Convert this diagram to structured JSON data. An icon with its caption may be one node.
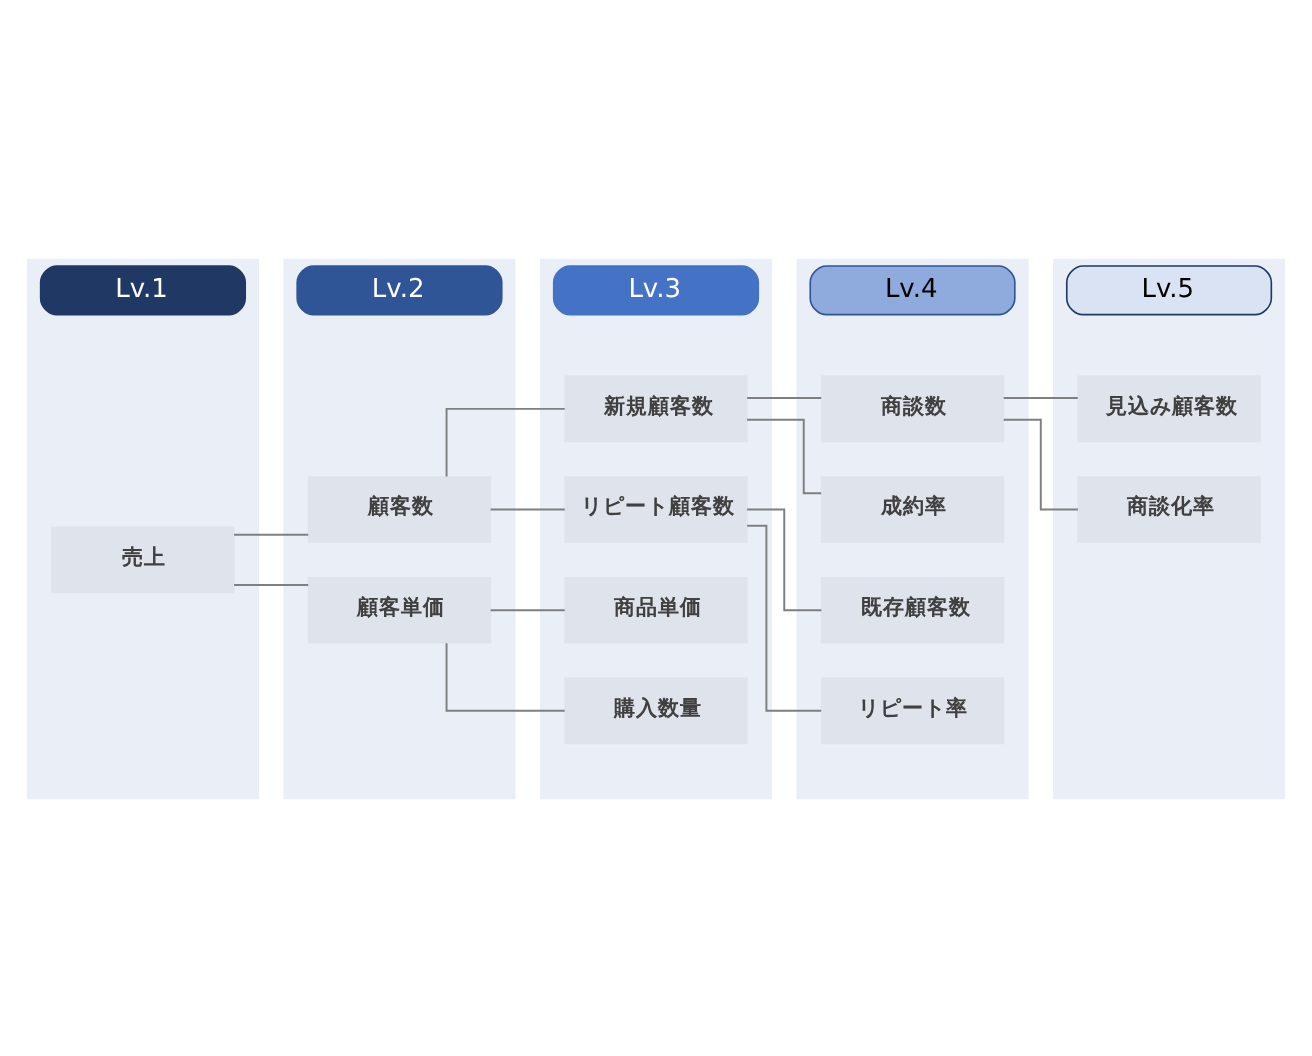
{
  "diagram": {
    "nodes": [
      {
        "text": [
          "Lv.1"
        ]
      },
      {
        "text": [
          "売上"
        ],
        "in": 0
      },
      {
        "text": [
          "Lv.2"
        ]
      },
      {
        "text": [
          "顧客数"
        ],
        "in": 2
      },
      {
        "text": [
          "顧客単価"
        ],
        "in": 2
      },
      {
        "text": [
          "Lv.3"
        ]
      },
      {
        "text": [
          "新規顧客数"
        ],
        "in": 5
      },
      {
        "text": [
          "リピート顧客数"
        ],
        "in": 5
      },
      {
        "text": [
          "商品単価"
        ],
        "in": 5
      },
      {
        "text": [
          "購入数量"
        ],
        "in": 5
      },
      {
        "text": [
          "Lv.4"
        ]
      },
      {
        "text": [
          "商談数"
        ],
        "in": 10
      },
      {
        "text": [
          "成約率"
        ],
        "in": 10
      },
      {
        "text": [
          "既存顧客数"
        ],
        "in": 10
      },
      {
        "text": [
          "リピート率"
        ],
        "in": 10
      },
      {
        "text": [
          "Lv.5"
        ]
      },
      {
        "text": [
          "見込み顧客数"
        ],
        "in": 15
      },
      {
        "text": [
          "商談化率"
        ],
        "in": 15
      }
    ],
    "edges": [
      {
        "from": 1,
        "to": 3,
        "arrow": "none"
      },
      {
        "from": 1,
        "to": 4,
        "arrow": "none"
      },
      {
        "from": 3,
        "to": 6,
        "arrow": "none"
      },
      {
        "from": 3,
        "to": 7,
        "arrow": "none"
      },
      {
        "from": 4,
        "to": 8,
        "arrow": "none"
      },
      {
        "from": 4,
        "to": 9,
        "arrow": "none"
      },
      {
        "from": 6,
        "to": 11,
        "arrow": "none"
      },
      {
        "from": 6,
        "to": 12,
        "arrow": "none"
      },
      {
        "from": 7,
        "to": 13,
        "arrow": "none"
      },
      {
        "from": 7,
        "to": 14,
        "arrow": "none"
      },
      {
        "from": 11,
        "to": 16,
        "arrow": "none"
      },
      {
        "from": 11,
        "to": 17,
        "arrow": "none"
      }
    ]
  }
}
